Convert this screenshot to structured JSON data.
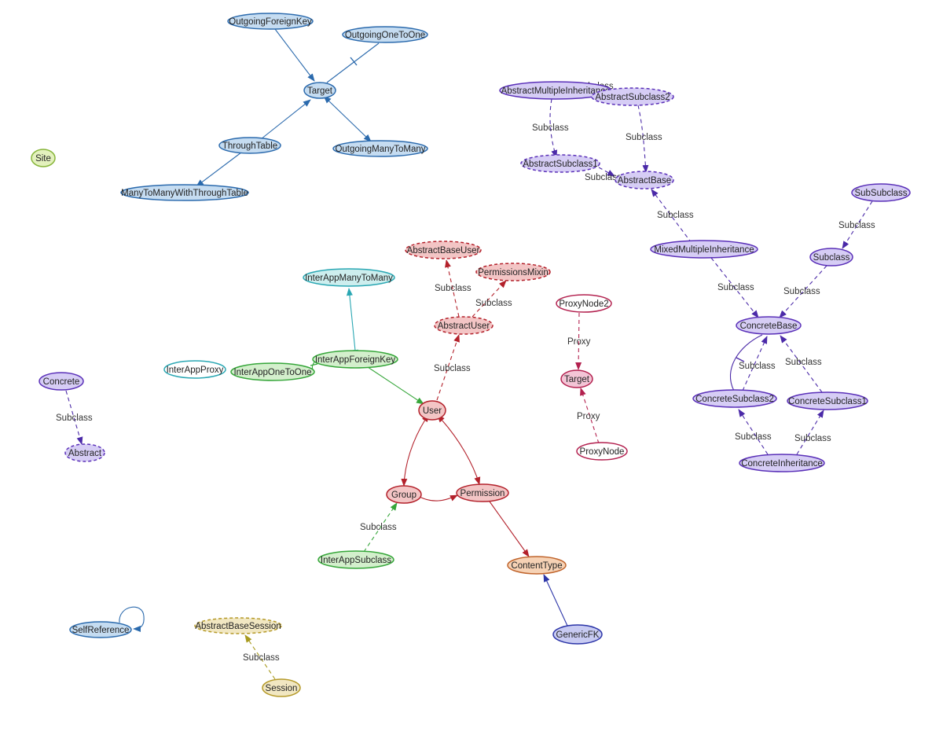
{
  "palette": {
    "blue_fill": "#c5dcf1",
    "blue_stroke": "#2b6aad",
    "purple_fill": "#d6cdf5",
    "purple_stroke": "#5a30b8",
    "red_fill": "#f3c5c5",
    "red_stroke": "#b3212b",
    "green_fill": "#d3efcc",
    "green_stroke": "#36a63a",
    "teal_fill": "#cdeeee",
    "teal_stroke": "#2aa7b3",
    "lime_fill": "#e3f1bd",
    "lime_stroke": "#87b53a",
    "orange_fill": "#f6d2b5",
    "orange_stroke": "#c0642c",
    "gold_fill": "#f1e7c2",
    "gold_stroke": "#b59a2a",
    "maroon_fill": "#ffffff",
    "maroon_stroke": "#b3214f",
    "navy_fill": "#c8cbf2",
    "navy_stroke": "#2c35a8"
  },
  "nodes": [
    {
      "id": "OutgoingForeignKey",
      "label": "OutgoingForeignKey",
      "color": "blue",
      "style": "solid"
    },
    {
      "id": "OutgoingOneToOne",
      "label": "OutgoingOneToOne",
      "color": "blue",
      "style": "solid"
    },
    {
      "id": "TargetBlue",
      "label": "Target",
      "color": "blue",
      "style": "solid"
    },
    {
      "id": "ThroughTable",
      "label": "ThroughTable",
      "color": "blue",
      "style": "solid"
    },
    {
      "id": "OutgoingManyToMany",
      "label": "OutgoingManyToMany",
      "color": "blue",
      "style": "solid"
    },
    {
      "id": "ManyToManyWithThroughTable",
      "label": "ManyToManyWithThroughTable",
      "color": "blue",
      "style": "solid"
    },
    {
      "id": "Site",
      "label": "Site",
      "color": "lime",
      "style": "solid"
    },
    {
      "id": "AbstractMultipleInheritance",
      "label": "AbstractMultipleInheritance",
      "color": "purple",
      "style": "solid"
    },
    {
      "id": "AbstractSubclass2",
      "label": "AbstractSubclass2",
      "color": "purple",
      "style": "dashed"
    },
    {
      "id": "AbstractSubclass1",
      "label": "AbstractSubclass1",
      "color": "purple",
      "style": "dashed"
    },
    {
      "id": "AbstractBase",
      "label": "AbstractBase",
      "color": "purple",
      "style": "dashed"
    },
    {
      "id": "MixedMultipleInheritance",
      "label": "MixedMultipleInheritance",
      "color": "purple",
      "style": "solid"
    },
    {
      "id": "SubSubclass",
      "label": "SubSubclass",
      "color": "purple",
      "style": "solid"
    },
    {
      "id": "Subclass",
      "label": "Subclass",
      "color": "purple",
      "style": "solid"
    },
    {
      "id": "ConcreteBase",
      "label": "ConcreteBase",
      "color": "purple",
      "style": "solid"
    },
    {
      "id": "ConcreteSubclass2",
      "label": "ConcreteSubclass2",
      "color": "purple",
      "style": "solid"
    },
    {
      "id": "ConcreteSubclass1",
      "label": "ConcreteSubclass1",
      "color": "purple",
      "style": "solid"
    },
    {
      "id": "ConcreteInheritance",
      "label": "ConcreteInheritance",
      "color": "purple",
      "style": "solid"
    },
    {
      "id": "Concrete",
      "label": "Concrete",
      "color": "purple",
      "style": "solid"
    },
    {
      "id": "Abstract",
      "label": "Abstract",
      "color": "purple",
      "style": "dashed"
    },
    {
      "id": "AbstractBaseUser",
      "label": "AbstractBaseUser",
      "color": "red",
      "style": "dashed"
    },
    {
      "id": "PermissionsMixin",
      "label": "PermissionsMixin",
      "color": "red",
      "style": "dashed"
    },
    {
      "id": "AbstractUser",
      "label": "AbstractUser",
      "color": "red",
      "style": "dashed"
    },
    {
      "id": "User",
      "label": "User",
      "color": "red",
      "style": "solid"
    },
    {
      "id": "Group",
      "label": "Group",
      "color": "red",
      "style": "solid"
    },
    {
      "id": "Permission",
      "label": "Permission",
      "color": "red",
      "style": "solid"
    },
    {
      "id": "InterAppManyToMany",
      "label": "InterAppManyToMany",
      "color": "teal",
      "style": "solid"
    },
    {
      "id": "InterAppProxy",
      "label": "InterAppProxy",
      "color": "teal_white",
      "style": "solid"
    },
    {
      "id": "InterAppOneToOne",
      "label": "InterAppOneToOne",
      "color": "green",
      "style": "solid"
    },
    {
      "id": "InterAppForeignKey",
      "label": "InterAppForeignKey",
      "color": "green",
      "style": "solid"
    },
    {
      "id": "InterAppSubclass",
      "label": "InterAppSubclass",
      "color": "green",
      "style": "solid"
    },
    {
      "id": "ProxyNode2",
      "label": "ProxyNode2",
      "color": "maroon",
      "style": "solid"
    },
    {
      "id": "TargetMaroon",
      "label": "Target",
      "color": "maroon_fill",
      "style": "solid"
    },
    {
      "id": "ProxyNode",
      "label": "ProxyNode",
      "color": "maroon",
      "style": "solid"
    },
    {
      "id": "ContentType",
      "label": "ContentType",
      "color": "orange",
      "style": "solid"
    },
    {
      "id": "GenericFK",
      "label": "GenericFK",
      "color": "navy",
      "style": "solid"
    },
    {
      "id": "SelfReference",
      "label": "SelfReference",
      "color": "blue",
      "style": "solid"
    },
    {
      "id": "AbstractBaseSession",
      "label": "AbstractBaseSession",
      "color": "gold",
      "style": "dashed"
    },
    {
      "id": "Session",
      "label": "Session",
      "color": "gold",
      "style": "solid"
    }
  ],
  "edge_labels": [
    {
      "id": "el-ams-as1",
      "text": "Subclass"
    },
    {
      "id": "el-as2-ab",
      "text": "Subclass"
    },
    {
      "id": "el-ams-as2",
      "text": "Subclass"
    },
    {
      "id": "el-as1-ab",
      "text": "Subclass"
    },
    {
      "id": "el-mmi-ab",
      "text": "Subclass"
    },
    {
      "id": "el-sub-ss",
      "text": "Subclass"
    },
    {
      "id": "el-mmi-cb",
      "text": "Subclass"
    },
    {
      "id": "el-subclass-cb",
      "text": "Subclass"
    },
    {
      "id": "el-cs2-cb",
      "text": "Subclass"
    },
    {
      "id": "el-cs1-cb",
      "text": "Subclass"
    },
    {
      "id": "el-ci-cs2",
      "text": "Subclass"
    },
    {
      "id": "el-ci-cs1",
      "text": "Subclass"
    },
    {
      "id": "el-concrete-abstract",
      "text": "Subclass"
    },
    {
      "id": "el-au-abu",
      "text": "Subclass"
    },
    {
      "id": "el-au-pm",
      "text": "Subclass"
    },
    {
      "id": "el-user-au",
      "text": "Subclass"
    },
    {
      "id": "el-pn2-target",
      "text": "Proxy"
    },
    {
      "id": "el-pn-target",
      "text": "Proxy"
    },
    {
      "id": "el-ias-group",
      "text": "Subclass"
    },
    {
      "id": "el-session-abs",
      "text": "Subclass"
    }
  ]
}
